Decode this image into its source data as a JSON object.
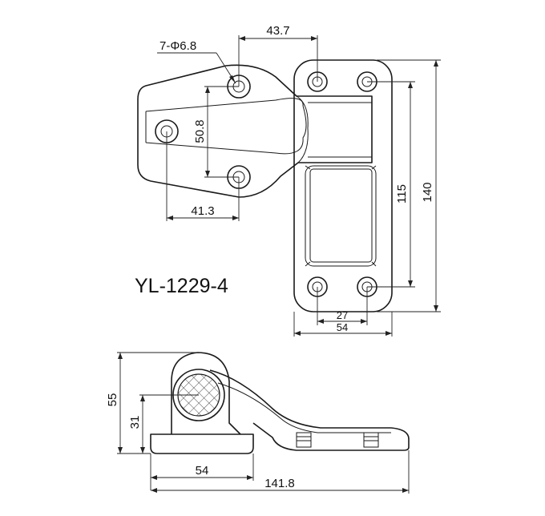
{
  "model": {
    "code": "YL-1229-4"
  },
  "dimensions": {
    "hole_spec": "7-Φ6.8",
    "top_spacing": "43.7",
    "leaf_hole_spacing": "50.8",
    "leaf_offset": "41.3",
    "base_hole_spacing": "115",
    "base_height": "140",
    "base_hole_width": "27",
    "base_width": "54",
    "side_height": "55",
    "side_axis_height": "31",
    "side_base_length": "54",
    "side_total_length": "141.8"
  }
}
